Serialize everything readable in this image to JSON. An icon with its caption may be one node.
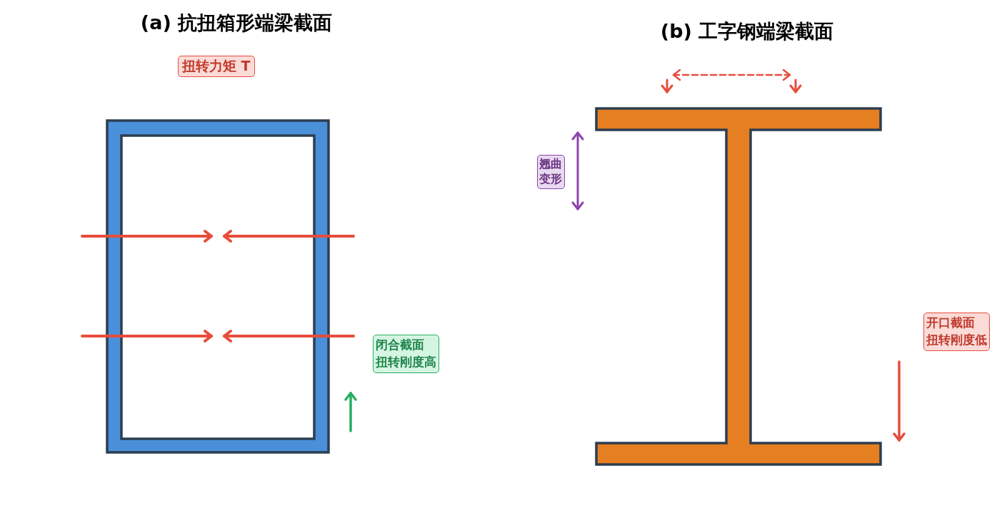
{
  "diagram": {
    "nodes": [
      {
        "text": [
          "扭转力矩 T"
        ]
      },
      {
        "text": [
          "闭合截面",
          "扭转刚度高"
        ]
      },
      {
        "text": [
          "翘曲变形"
        ]
      },
      {
        "text": [
          "开口截面",
          "扭转刚度低"
        ]
      }
    ],
    "labels": [
      "(a) 抗扭箱形端梁截面",
      "(b) 工字钢端梁截面"
    ]
  }
}
